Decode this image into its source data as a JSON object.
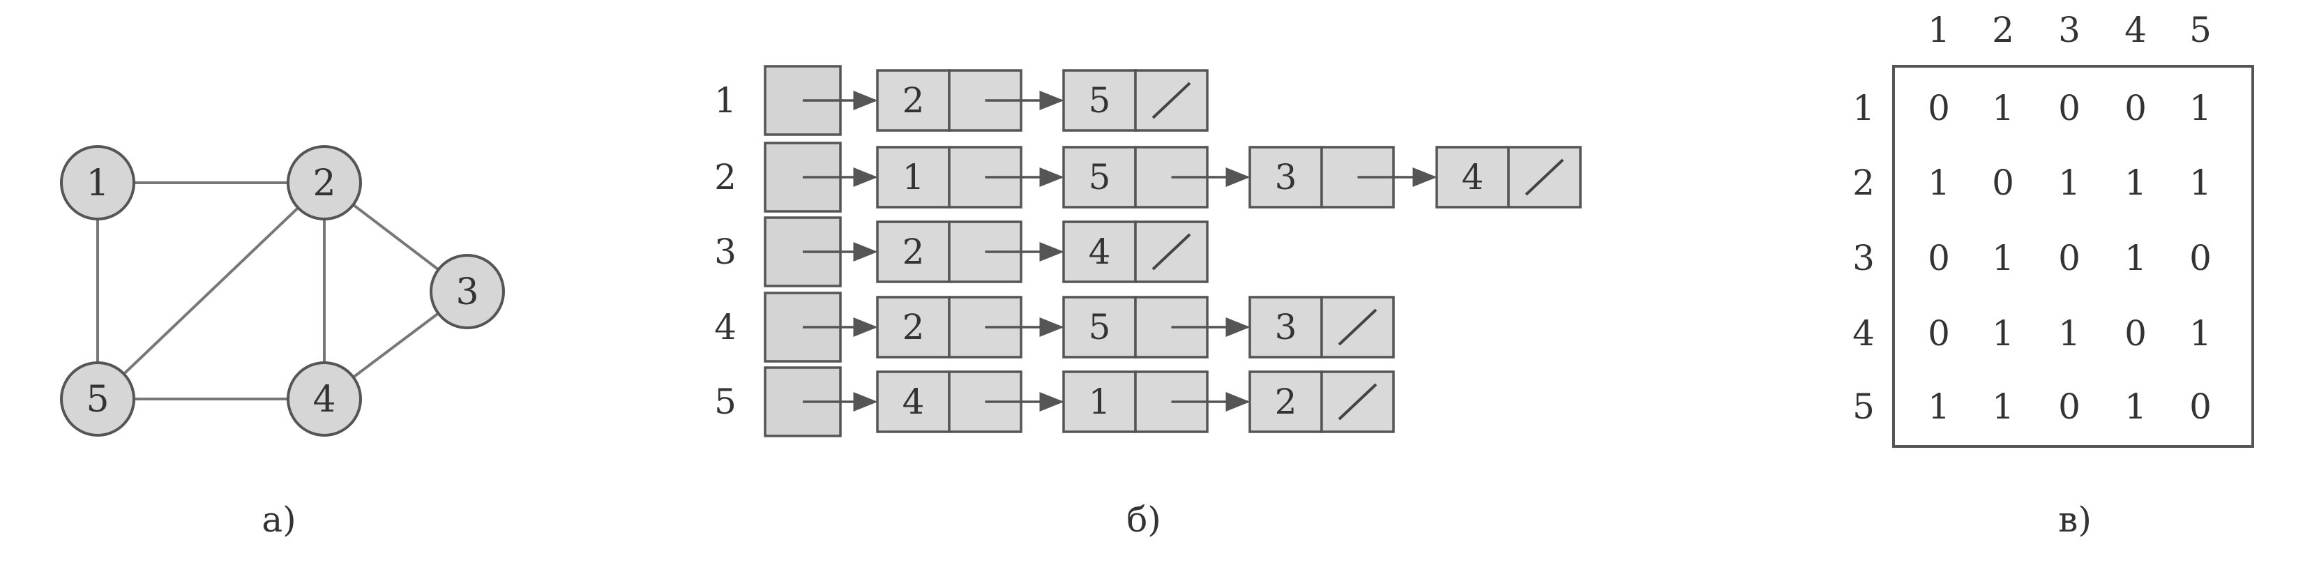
{
  "graph": {
    "caption": "а)",
    "nodes": [
      {
        "id": "1",
        "label": "1"
      },
      {
        "id": "2",
        "label": "2"
      },
      {
        "id": "3",
        "label": "3"
      },
      {
        "id": "4",
        "label": "4"
      },
      {
        "id": "5",
        "label": "5"
      }
    ],
    "edges": [
      [
        "1",
        "2"
      ],
      [
        "1",
        "5"
      ],
      [
        "2",
        "5"
      ],
      [
        "2",
        "4"
      ],
      [
        "2",
        "3"
      ],
      [
        "3",
        "4"
      ],
      [
        "4",
        "5"
      ]
    ]
  },
  "adjacency_list": {
    "caption": "б)",
    "rows": [
      {
        "label": "1",
        "items": [
          "2",
          "5"
        ]
      },
      {
        "label": "2",
        "items": [
          "1",
          "5",
          "3",
          "4"
        ]
      },
      {
        "label": "3",
        "items": [
          "2",
          "4"
        ]
      },
      {
        "label": "4",
        "items": [
          "2",
          "5",
          "3"
        ]
      },
      {
        "label": "5",
        "items": [
          "4",
          "1",
          "2"
        ]
      }
    ]
  },
  "adjacency_matrix": {
    "caption": "в)",
    "col_labels": [
      "1",
      "2",
      "3",
      "4",
      "5"
    ],
    "row_labels": [
      "1",
      "2",
      "3",
      "4",
      "5"
    ],
    "values": [
      [
        "0",
        "1",
        "0",
        "0",
        "1"
      ],
      [
        "1",
        "0",
        "1",
        "1",
        "1"
      ],
      [
        "0",
        "1",
        "0",
        "1",
        "0"
      ],
      [
        "0",
        "1",
        "1",
        "0",
        "1"
      ],
      [
        "1",
        "1",
        "0",
        "1",
        "0"
      ]
    ]
  }
}
